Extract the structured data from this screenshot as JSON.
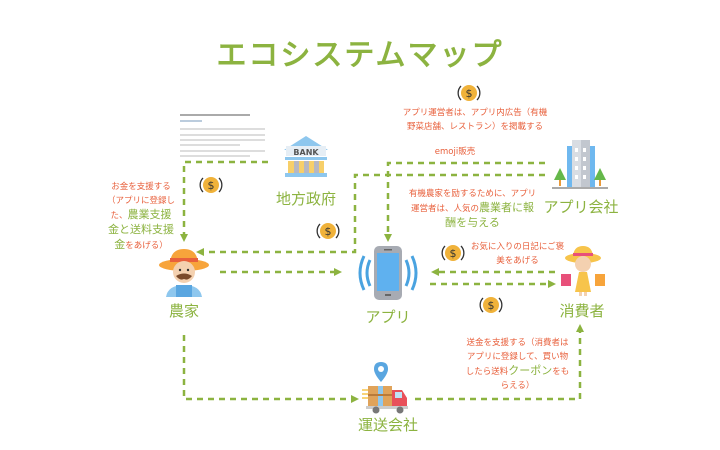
{
  "title": "エコシステムマップ",
  "colors": {
    "accent": "#8cb340",
    "note": "#e8603c",
    "coin": "#f0b23a"
  },
  "nodes": {
    "government": "地方政府",
    "app_company": "アプリ会社",
    "farmer": "農家",
    "app": "アプリ",
    "consumer": "消費者",
    "shipping": "運送会社"
  },
  "bank_sign": "BANK",
  "notes": {
    "ads": [
      "アプリ運営者は、アプリ内広告（有機",
      "野菜店舗、レストラン）を掲載する"
    ],
    "emoji_sales": "emoji販売",
    "reward": {
      "line1": "有機農家を励するために、アプリ",
      "line2_pre": "運営者は、人気の",
      "line2_hl": "農業者に報",
      "line3_hl": "酬を与える"
    },
    "gov_support": {
      "line1": "お金を支援する",
      "line2": "（アプリに登録し",
      "line3_pre": "た、",
      "line3_hl": "農業支援",
      "line4_hl": "金と送料支援",
      "line5_hl": "金",
      "line5_post": "をあげる）"
    },
    "diary": [
      "お気に入りの日記にご褒",
      "美をあげる"
    ],
    "shipping_support": {
      "line1": "送金を支援する（消費者は",
      "line2": "アプリに登録して、買い物",
      "line3_pre": "したら送料",
      "line3_hl": "クーポン",
      "line3_post": "をも",
      "line4": "らえる）"
    }
  },
  "icons": [
    "document-thumbnail",
    "bank-icon",
    "building-icon",
    "farmer-icon",
    "phone-icon",
    "consumer-icon",
    "truck-icon",
    "location-pin-icon",
    "coin-icon"
  ]
}
